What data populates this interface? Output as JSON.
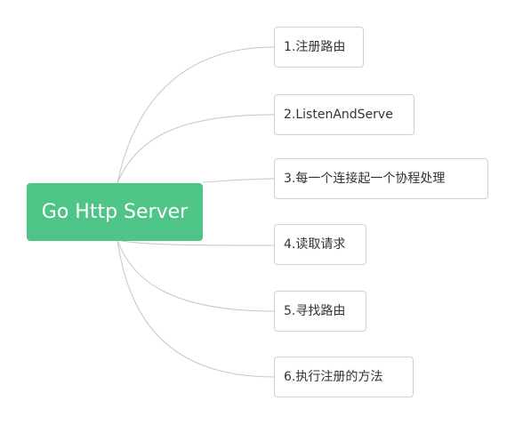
{
  "mindmap": {
    "root": {
      "label": "Go Http Server"
    },
    "children": [
      {
        "label": "1.注册路由"
      },
      {
        "label": "2.ListenAndServe"
      },
      {
        "label": "3.每一个连接起一个协程处理"
      },
      {
        "label": "4.读取请求"
      },
      {
        "label": "5.寻找路由"
      },
      {
        "label": "6.执行注册的方法"
      }
    ],
    "colors": {
      "root_fill": "#4fc487",
      "root_text": "#ffffff",
      "child_border": "#cfcfcf",
      "child_text": "#333333",
      "connector": "#c6c6c6"
    }
  }
}
